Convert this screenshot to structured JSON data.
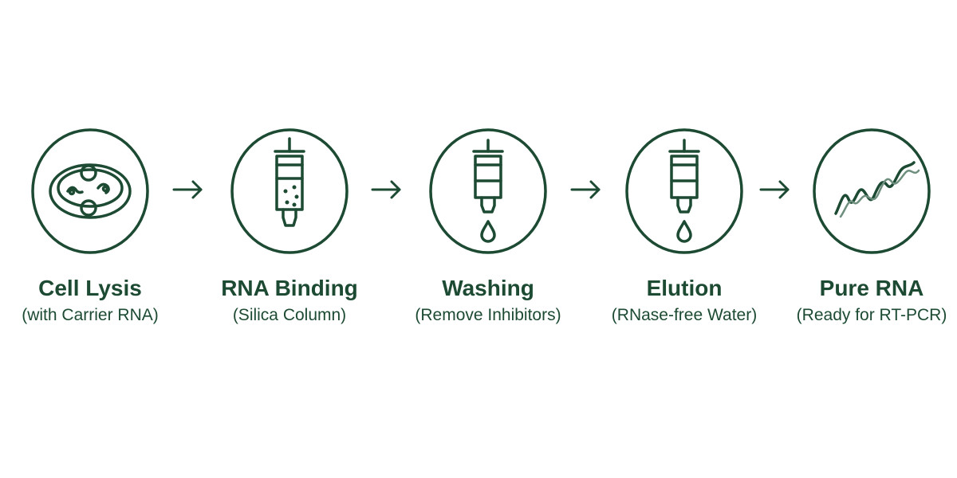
{
  "colors": {
    "stroke": "#1c4a32",
    "text": "#1c4a32",
    "background": "#ffffff"
  },
  "steps": [
    {
      "title": "Cell Lysis",
      "subtitle": "(with Carrier RNA)",
      "icon": "petri-dish-icon"
    },
    {
      "title": "RNA Binding",
      "subtitle": "(Silica Column)",
      "icon": "silica-column-icon"
    },
    {
      "title": "Washing",
      "subtitle": "(Remove Inhibitors)",
      "icon": "column-drop-icon"
    },
    {
      "title": "Elution",
      "subtitle": "(RNase-free Water)",
      "icon": "column-drop-icon"
    },
    {
      "title": "Pure RNA",
      "subtitle": "(Ready for RT-PCR)",
      "icon": "rna-strand-icon"
    }
  ],
  "arrows": [
    "arrow-right-icon",
    "arrow-right-icon",
    "arrow-right-icon",
    "arrow-right-icon"
  ]
}
